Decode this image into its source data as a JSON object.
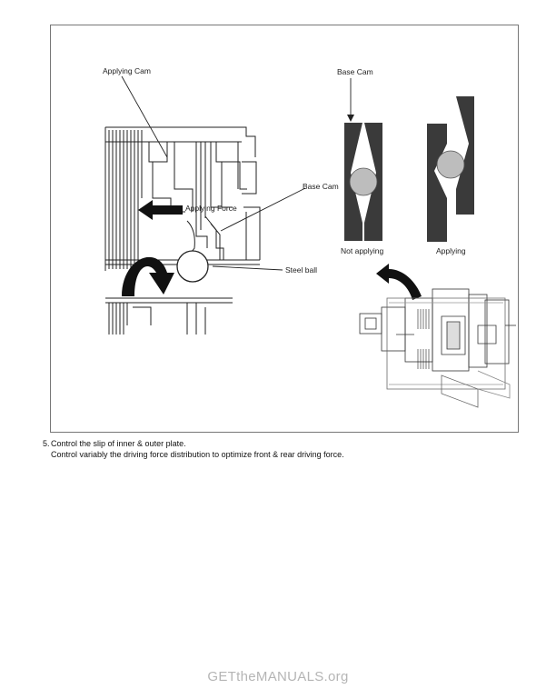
{
  "figure": {
    "labels": {
      "applying_cam": "Applying Cam",
      "base_cam_top": "Base Cam",
      "base_cam_mid": "Base Cam",
      "applying_force": "Applying Force",
      "steel_ball": "Steel ball",
      "not_applying": "Not applying",
      "applying": "Applying"
    }
  },
  "step": {
    "number": "5.",
    "line1": "Control the slip of inner & outer plate.",
    "line2": "Control variably the driving force distribution to optimize front & rear driving force."
  },
  "watermark": {
    "prefix": "GET",
    "middle": "the",
    "suffix": "MANUALS.org"
  }
}
